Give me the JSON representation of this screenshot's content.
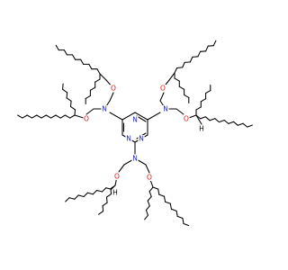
{
  "structure": {
    "atom_labels": {
      "nitrogen": "N",
      "oxygen": "O",
      "hydrogen": "H"
    },
    "colors": {
      "bond": "#000000",
      "nitrogen": "#1f1fd9",
      "oxygen": "#e01010",
      "hydrogen": "#000000",
      "background": "#ffffff"
    }
  }
}
